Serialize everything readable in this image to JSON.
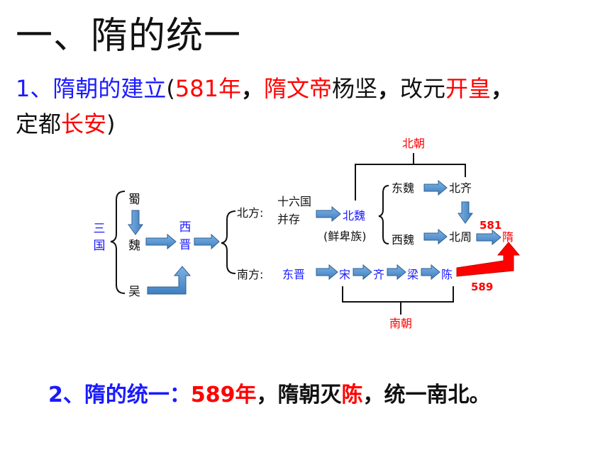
{
  "title": "一、隋的统一",
  "section1": {
    "label": "1、隋朝的建立",
    "open_paren": "(",
    "year": "581年",
    "comma1": "，",
    "emperor": "隋文帝",
    "emperor_name": "杨坚",
    "comma2": "，",
    "era_prefix": "改元",
    "era": "开皇",
    "comma3": "，",
    "capital_prefix": "定都",
    "capital": "长安",
    "close_paren": ")"
  },
  "diagram": {
    "three_kingdoms": [
      "三",
      "国"
    ],
    "shu": "蜀",
    "wei": "魏",
    "wu": "吴",
    "western_jin": [
      "西",
      "晋"
    ],
    "north_label": "北方:",
    "south_label": "南方:",
    "sixteen_kingdoms": [
      "十六国",
      "并存"
    ],
    "northern_wei": "北魏",
    "xianbei": "(鲜卑族)",
    "eastern_wei": "东魏",
    "western_wei": "西魏",
    "northern_qi": "北齐",
    "northern_zhou": "北周",
    "sui": "隋",
    "year_581": "581",
    "year_589": "589",
    "northern_dynasties": "北朝",
    "southern_dynasties": "南朝",
    "south_sequence": [
      "东晋",
      "宋",
      "齐",
      "梁",
      "陈"
    ],
    "colors": {
      "arrow_fill": "#4f8fcc",
      "arrow_stroke": "#2d5f8e",
      "red": "#ff0000",
      "blue": "#1a1aff"
    }
  },
  "section2": {
    "label": "2、隋的统一：",
    "year": "589年",
    "comma1": "，",
    "text1": "隋朝灭",
    "chen": "陈",
    "comma2": "，",
    "text2": "统一南北。"
  }
}
